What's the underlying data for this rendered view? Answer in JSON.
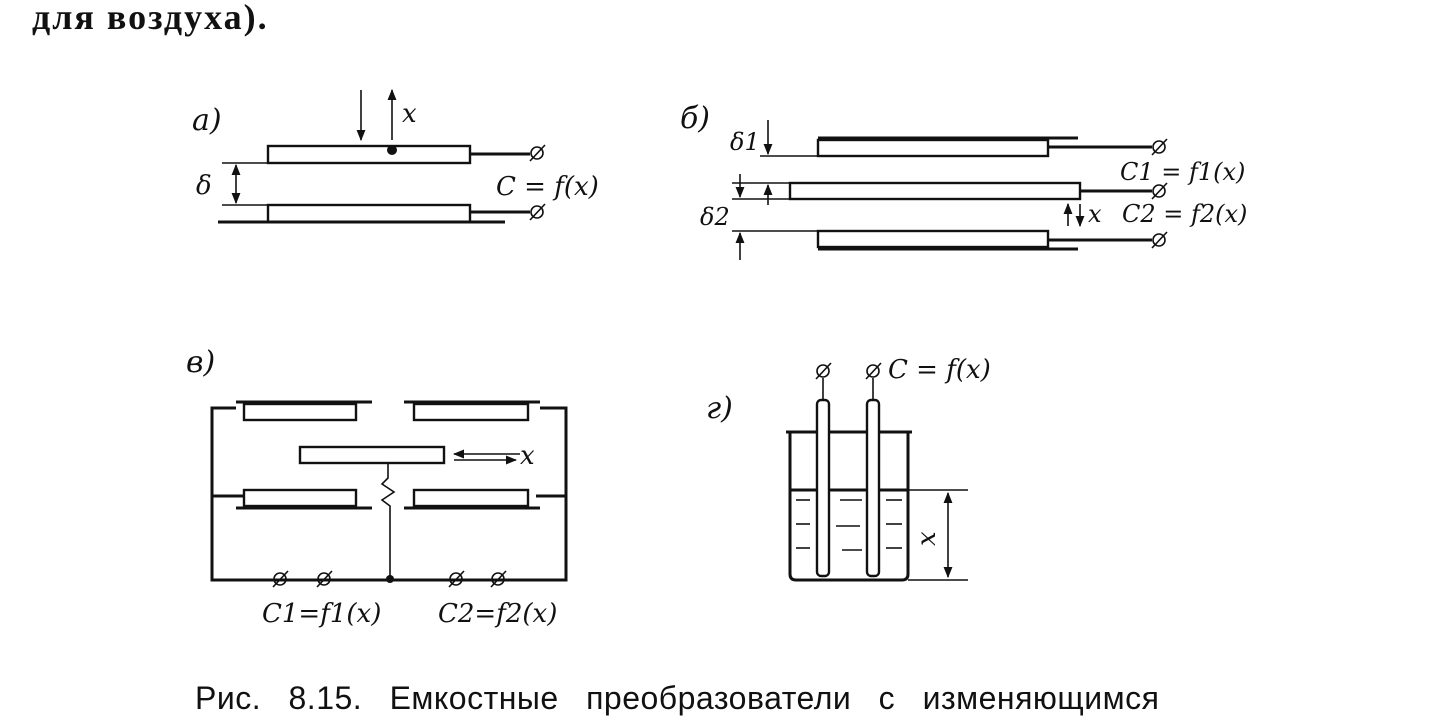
{
  "page": {
    "top_text": "для воздуха).",
    "caption": "Рис. 8.15. Емкостные преобразователи с изменяющимся"
  },
  "panel_a": {
    "label": "а)",
    "x_label": "x",
    "gap_label": "δ",
    "formula": "C = f(x)"
  },
  "panel_b": {
    "label": "б)",
    "gap1_label": "δ1",
    "gap2_label": "δ2",
    "formula1": "C1 = f1(x)",
    "formula2": "C2 = f2(x)",
    "x_label": "x"
  },
  "panel_v": {
    "label": "в)",
    "x_label": "x",
    "formula1": "C1=f1(x)",
    "formula2": "C2=f2(x)"
  },
  "panel_g": {
    "label": "г)",
    "formula": "C = f(x)",
    "x_label": "x"
  }
}
